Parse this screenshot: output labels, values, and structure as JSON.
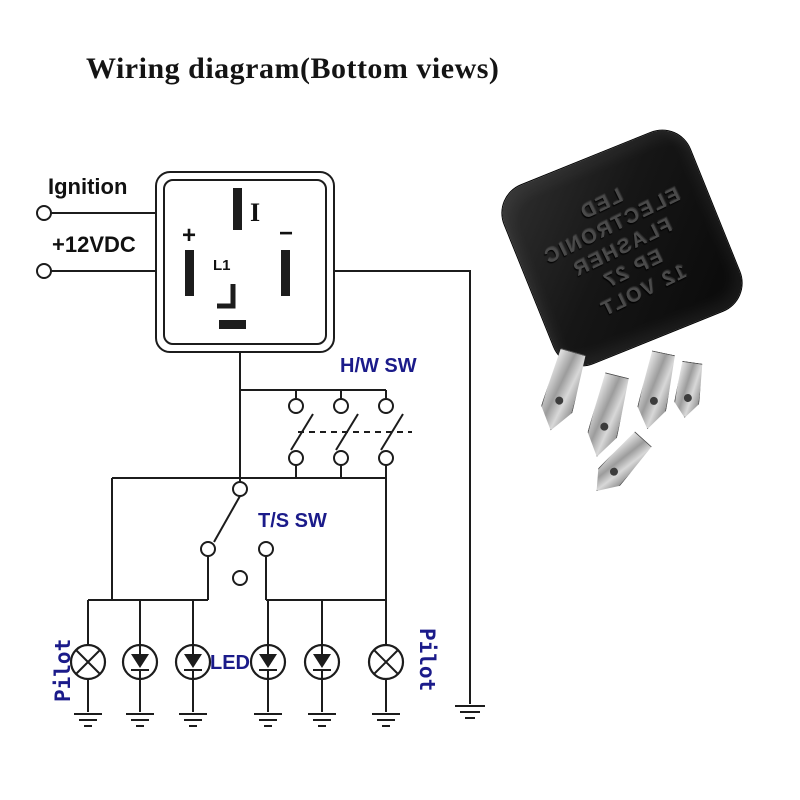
{
  "title": "Wiring diagram(Bottom views)",
  "schematic": {
    "ignition_label": "Ignition",
    "supply_label": "+12VDC",
    "hazard_switch_label": "H/W SW",
    "turn_switch_label": "T/S SW",
    "led_label": "LED",
    "pilot_left_label": "Pilot",
    "pilot_right_label": "Pilot",
    "relay_pins": {
      "top": "I",
      "plus": "+",
      "minus": "−",
      "l1": "L1"
    },
    "lamps": [
      "pilot",
      "led",
      "led",
      "led",
      "led",
      "pilot"
    ],
    "wire_color": "#1c1c1c",
    "label_color_blue": "#1b1b8a"
  },
  "relay_photo": {
    "label_lines": [
      "LED",
      "ELECTRONIC",
      "FLASHER",
      "EP 27",
      "12 VOLT"
    ],
    "body_color": "#121212",
    "terminal_count": 5
  }
}
